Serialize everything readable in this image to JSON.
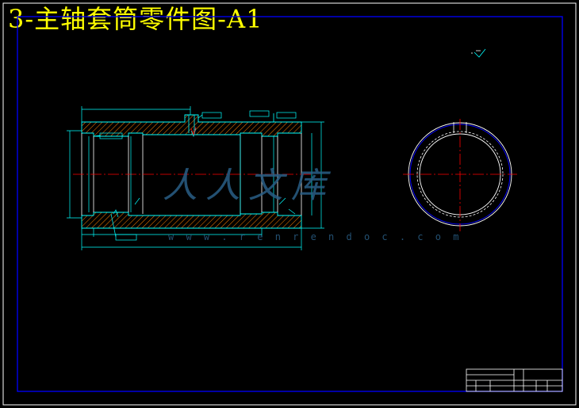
{
  "title": "3-主轴套筒零件图-A1",
  "watermark": {
    "text": "人人文库",
    "url": "w w w . r e n r e n d o c . c o m"
  },
  "colors": {
    "background": "#000000",
    "title": "#ffff00",
    "frame": "#0000ff",
    "outline": "#00ffff",
    "centerline": "#ff0000",
    "white": "#ffffff",
    "watermark": "#2a5f86"
  }
}
